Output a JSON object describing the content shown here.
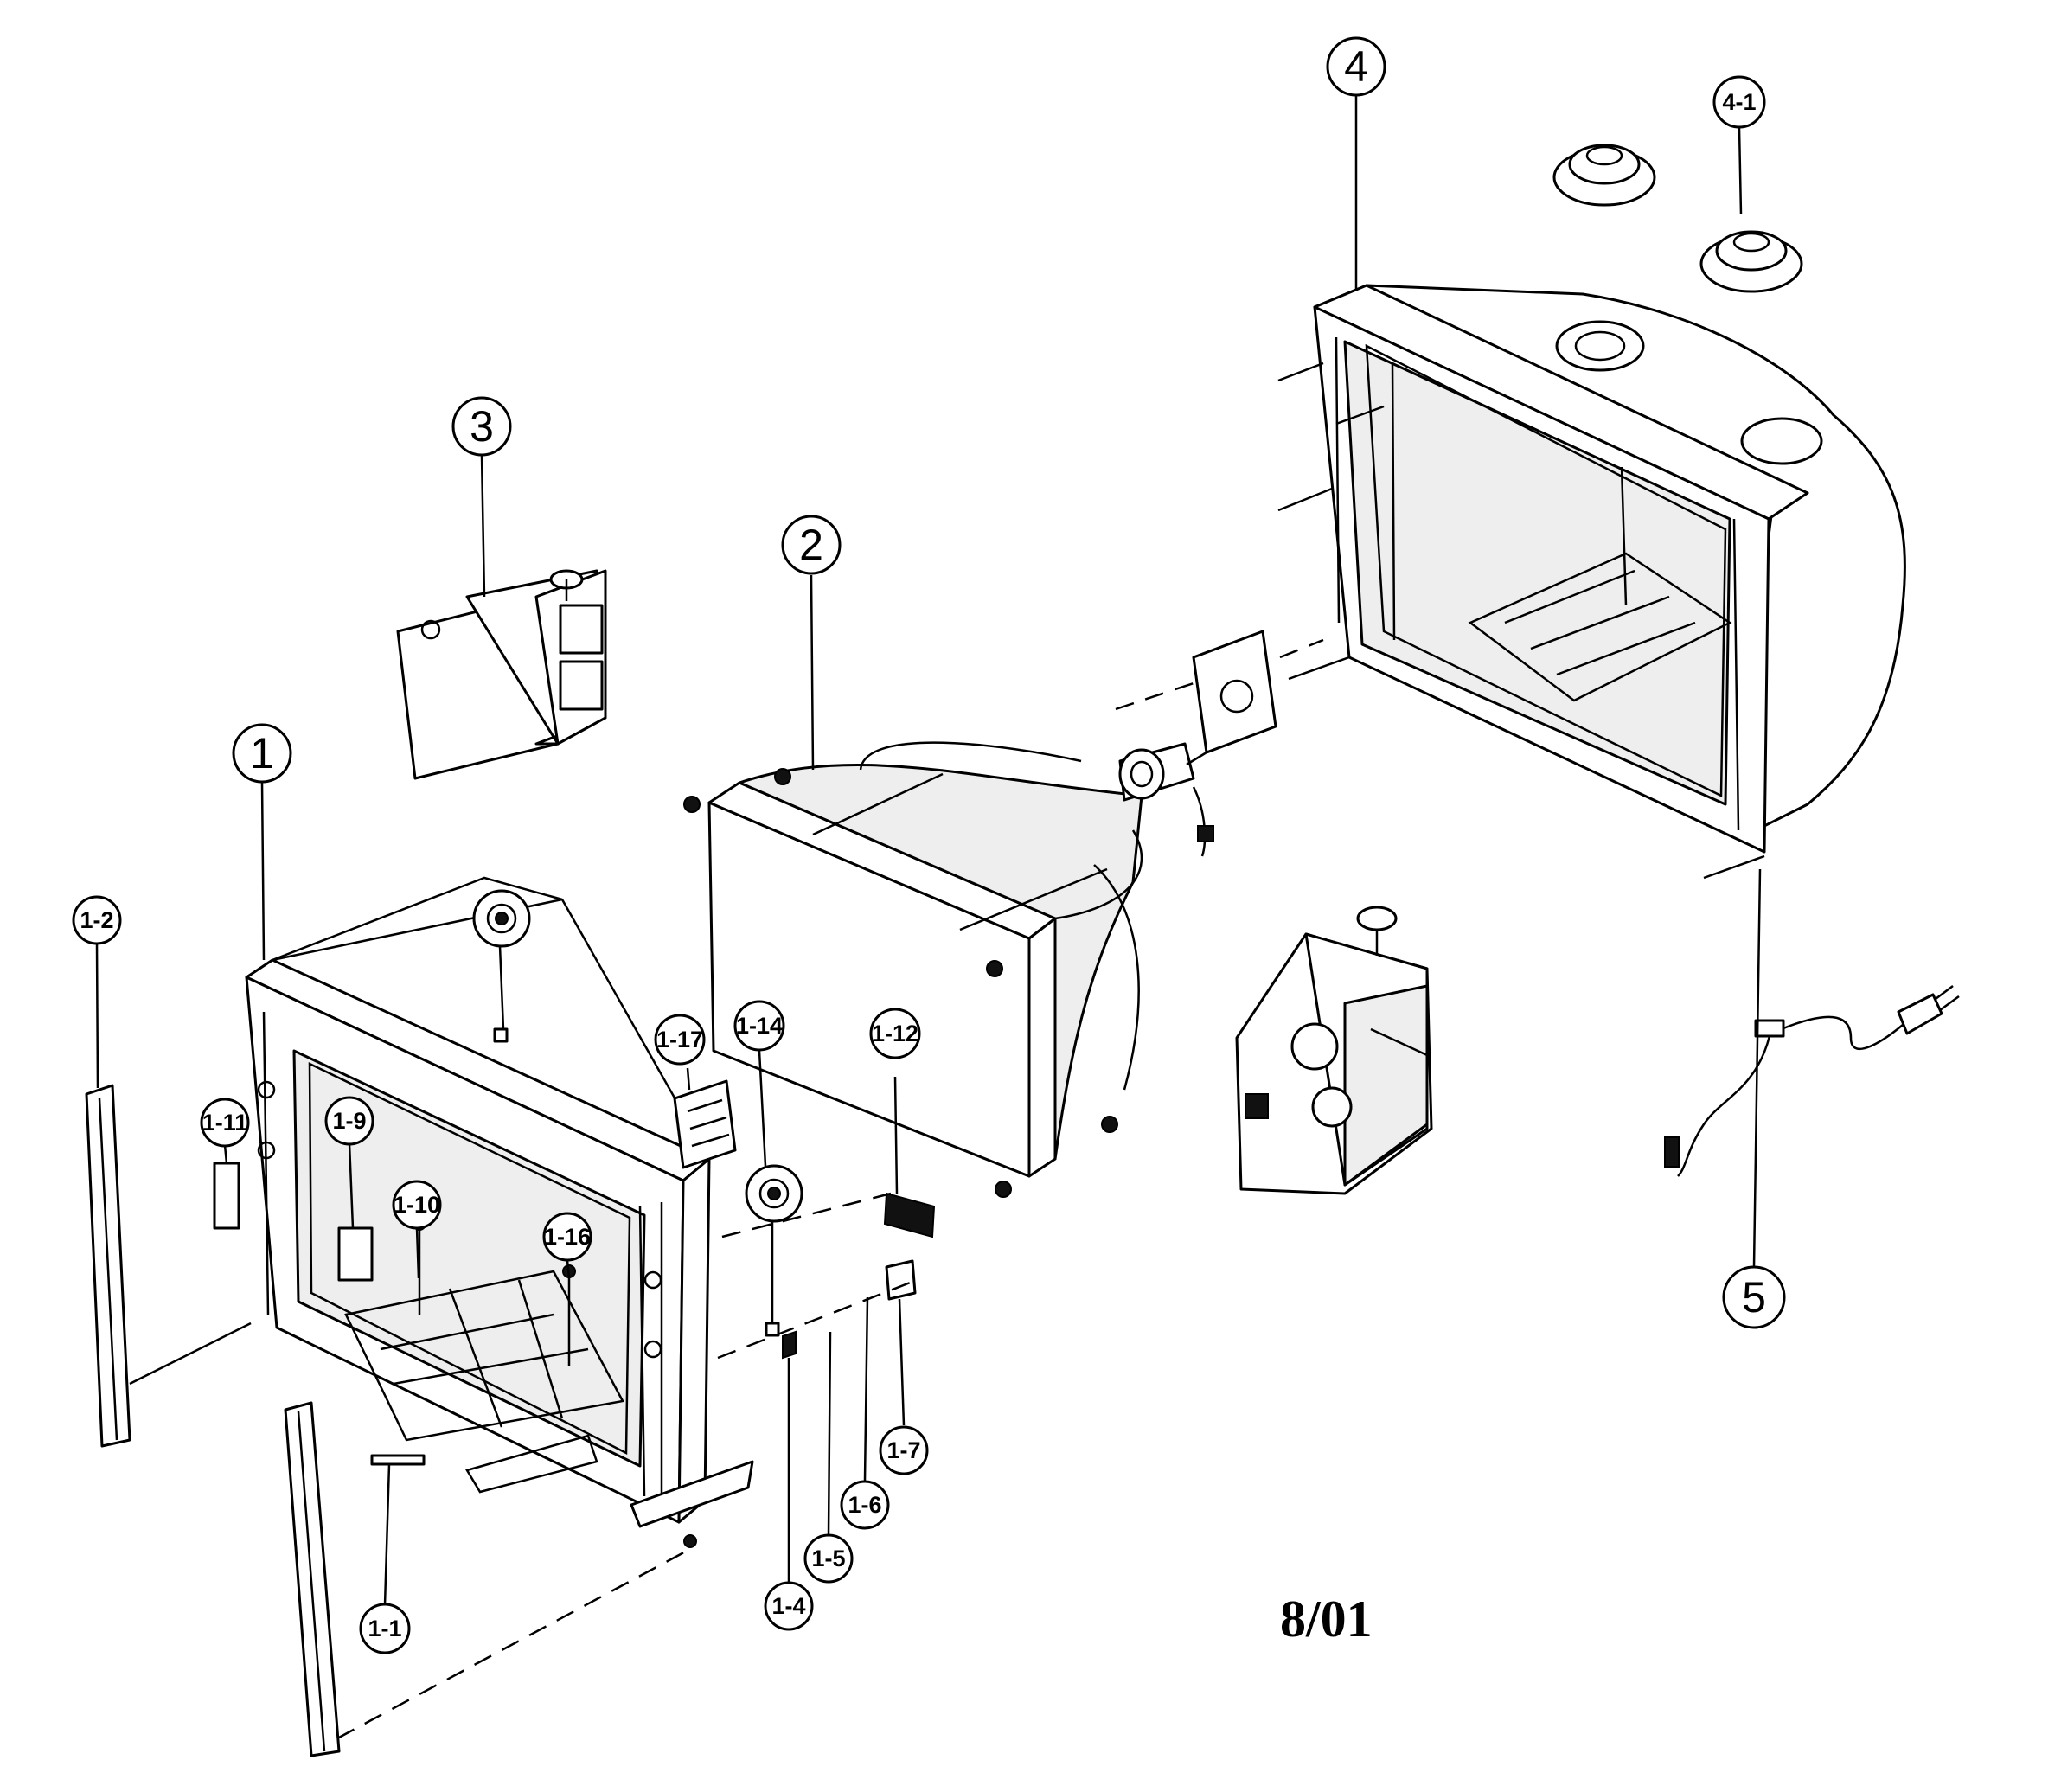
{
  "diagram": {
    "date_code": "8/01",
    "callouts": {
      "c1": "1",
      "c2": "2",
      "c3": "3",
      "c4": "4",
      "c4_1": "4-1",
      "c5": "5",
      "c1_1": "1-1",
      "c1_2": "1-2",
      "c1_4": "1-4",
      "c1_5": "1-5",
      "c1_6": "1-6",
      "c1_7": "1-7",
      "c1_9": "1-9",
      "c1_10": "1-10",
      "c1_11": "1-11",
      "c1_12": "1-12",
      "c1_14": "1-14",
      "c1_16": "1-16",
      "c1_17": "1-17"
    }
  }
}
